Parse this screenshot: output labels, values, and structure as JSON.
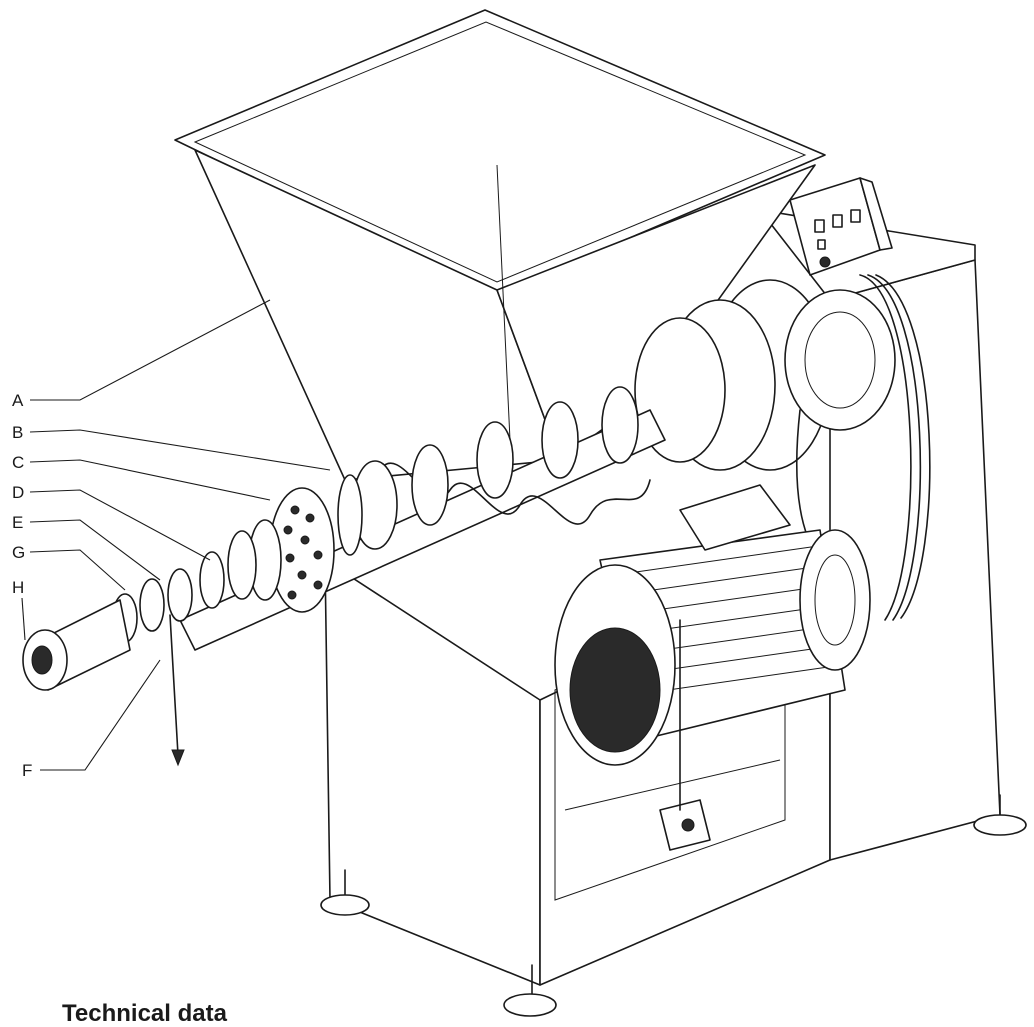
{
  "callouts": [
    {
      "letter": "A"
    },
    {
      "letter": "B"
    },
    {
      "letter": "C"
    },
    {
      "letter": "D"
    },
    {
      "letter": "E"
    },
    {
      "letter": "G"
    },
    {
      "letter": "H"
    },
    {
      "letter": "F"
    }
  ],
  "footer": {
    "heading": "Technical data"
  }
}
